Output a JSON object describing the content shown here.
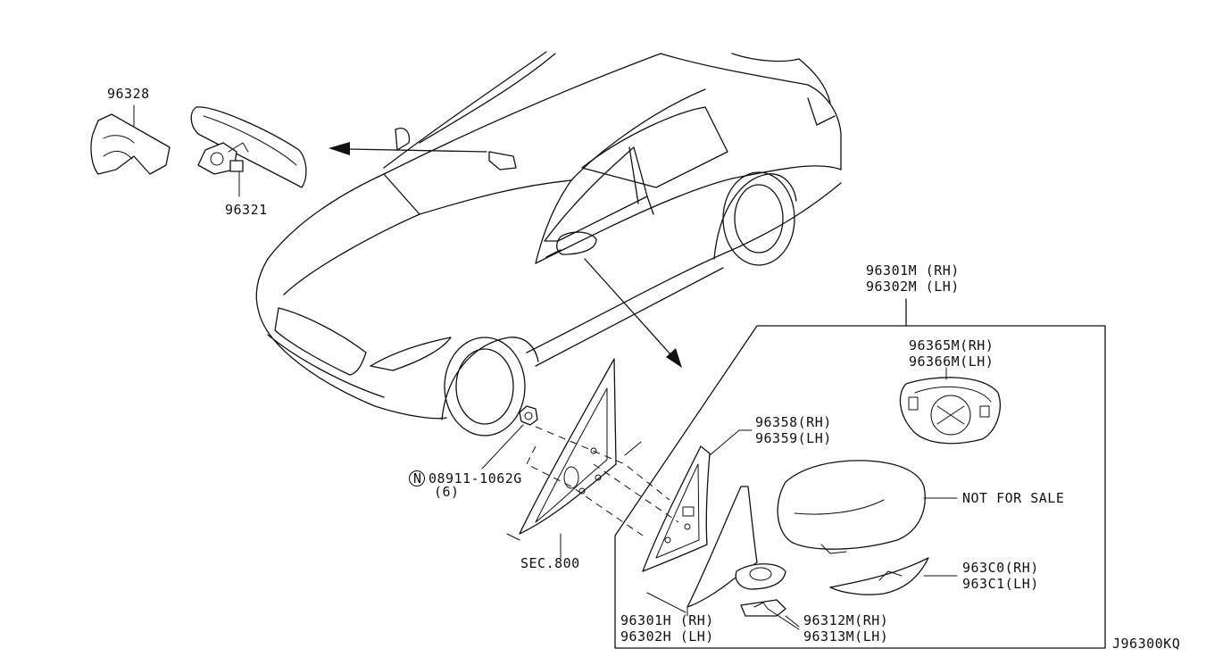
{
  "diagram_id": "J96300KQ",
  "labels": {
    "p96328": "96328",
    "p96321": "96321",
    "p96301m_rh": "96301M (RH)",
    "p96302m_lh": "96302M (LH)",
    "p96365m_rh": "96365M(RH)",
    "p96366m_lh": "96366M(LH)",
    "p96358_rh": "96358(RH)",
    "p96359_lh": "96359(LH)",
    "nut_code": "08911-1062G",
    "nut_prefix": "N",
    "nut_qty": "(6)",
    "sec800": "SEC.800",
    "not_for_sale": "NOT FOR SALE",
    "p963c0_rh": "963C0(RH)",
    "p963c1_lh": "963C1(LH)",
    "p96301h_rh": "96301H (RH)",
    "p96302h_lh": "96302H (LH)",
    "p96312m_rh": "96312M(RH)",
    "p96313m_lh": "96313M(LH)"
  }
}
